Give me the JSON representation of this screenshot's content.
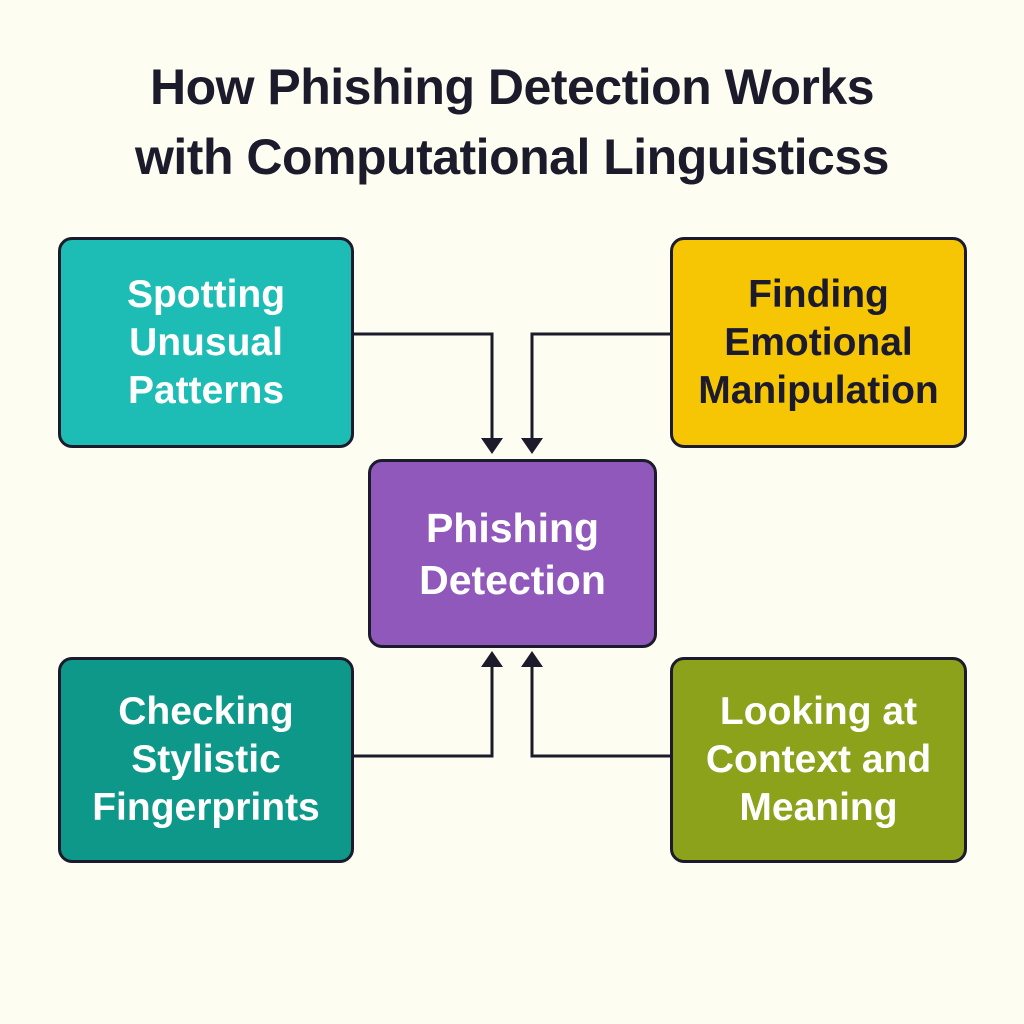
{
  "diagram": {
    "title": {
      "line1": "How Phishing Detection Works",
      "line2": "with Computational Linguisticss"
    },
    "center": {
      "line1": "Phishing",
      "line2": "Detection",
      "color": "#9058bb"
    },
    "nodes": {
      "top_left": {
        "line1": "Spotting",
        "line2": "Unusual",
        "line3": "Patterns",
        "color": "#1dbdb6"
      },
      "top_right": {
        "line1": "Finding",
        "line2": "Emotional",
        "line3": "Manipulation",
        "color": "#f6c604"
      },
      "bottom_left": {
        "line1": "Checking",
        "line2": "Stylistic",
        "line3": "Fingerprints",
        "color": "#0e9889"
      },
      "bottom_right": {
        "line1": "Looking at",
        "line2": "Context and",
        "line3": "Meaning",
        "color": "#8ba21a"
      }
    },
    "edges": [
      {
        "from": "Spotting Unusual Patterns",
        "to": "Phishing Detection"
      },
      {
        "from": "Finding Emotional Manipulation",
        "to": "Phishing Detection"
      },
      {
        "from": "Checking Stylistic Fingerprints",
        "to": "Phishing Detection"
      },
      {
        "from": "Looking at Context and Meaning",
        "to": "Phishing Detection"
      }
    ],
    "colors": {
      "background": "#fdfdf2",
      "stroke": "#1b1b2b"
    }
  }
}
